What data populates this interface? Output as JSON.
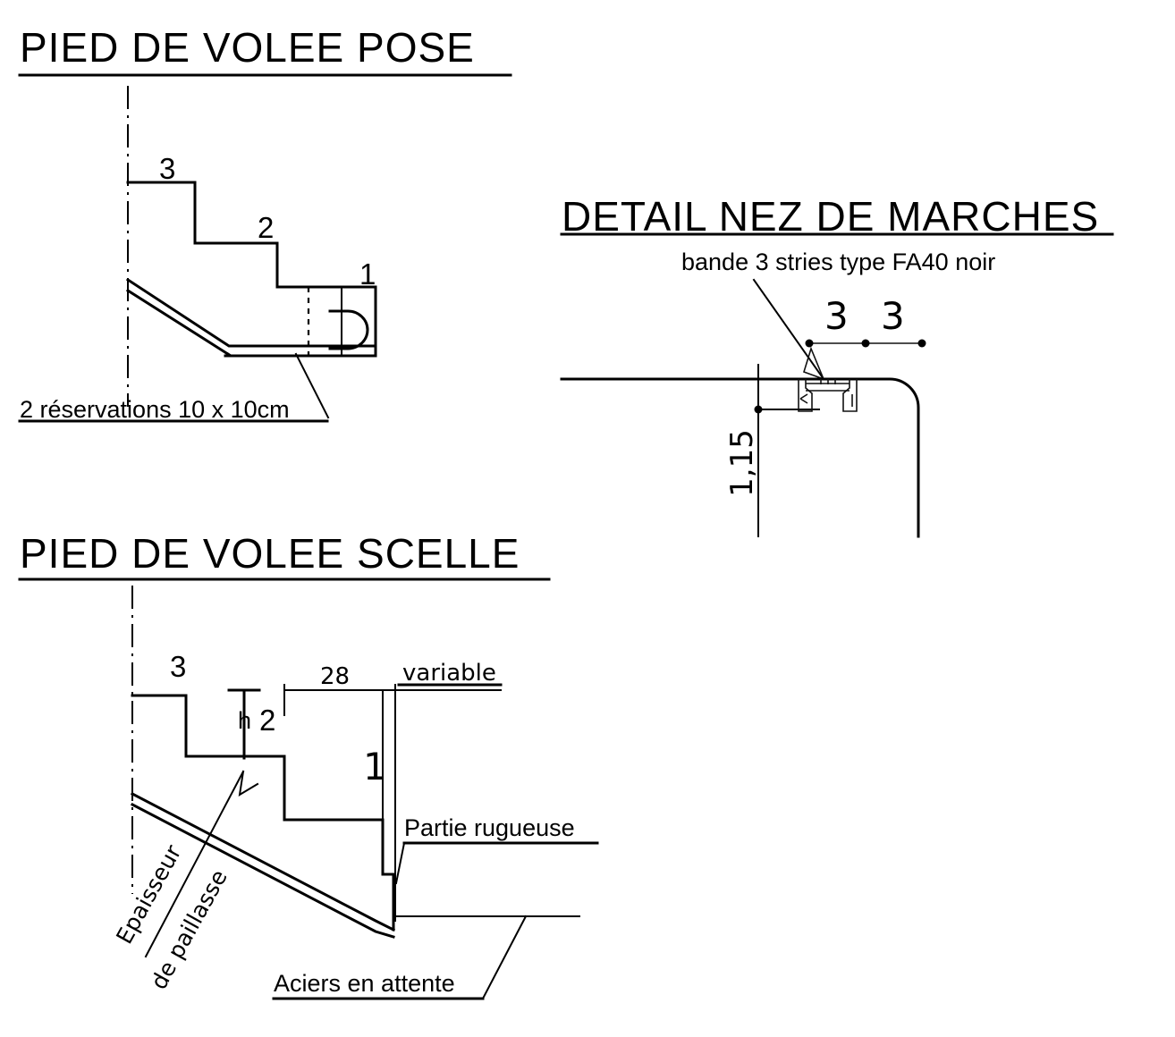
{
  "document": {
    "kind": "technical-drawing",
    "subject": "Stair flight foot and step-nosing construction details"
  },
  "sections": {
    "pose": {
      "title": "PIED DE VOLEE POSE",
      "step_labels": [
        "3",
        "2",
        "1"
      ],
      "note": "2 réservations 10 x 10cm"
    },
    "nez": {
      "title": "DETAIL NEZ DE MARCHES",
      "note": "bande 3 stries type FA40 noir",
      "dim_left": "3",
      "dim_right": "3",
      "dim_height": "1,15"
    },
    "scelle": {
      "title": "PIED DE VOLEE SCELLE",
      "step_labels": [
        "3",
        "2",
        "1"
      ],
      "riser_symbol": "h",
      "tread_dim": "28",
      "variable_dim": "variable",
      "thickness_note_line1": "Epaisseur",
      "thickness_note_line2": "de paillasse",
      "rough_note": "Partie rugueuse",
      "rebar_note": "Aciers en attente"
    }
  },
  "colors": {
    "line": "#000000",
    "background": "#ffffff",
    "dim_gray": "#6b6b6b"
  }
}
